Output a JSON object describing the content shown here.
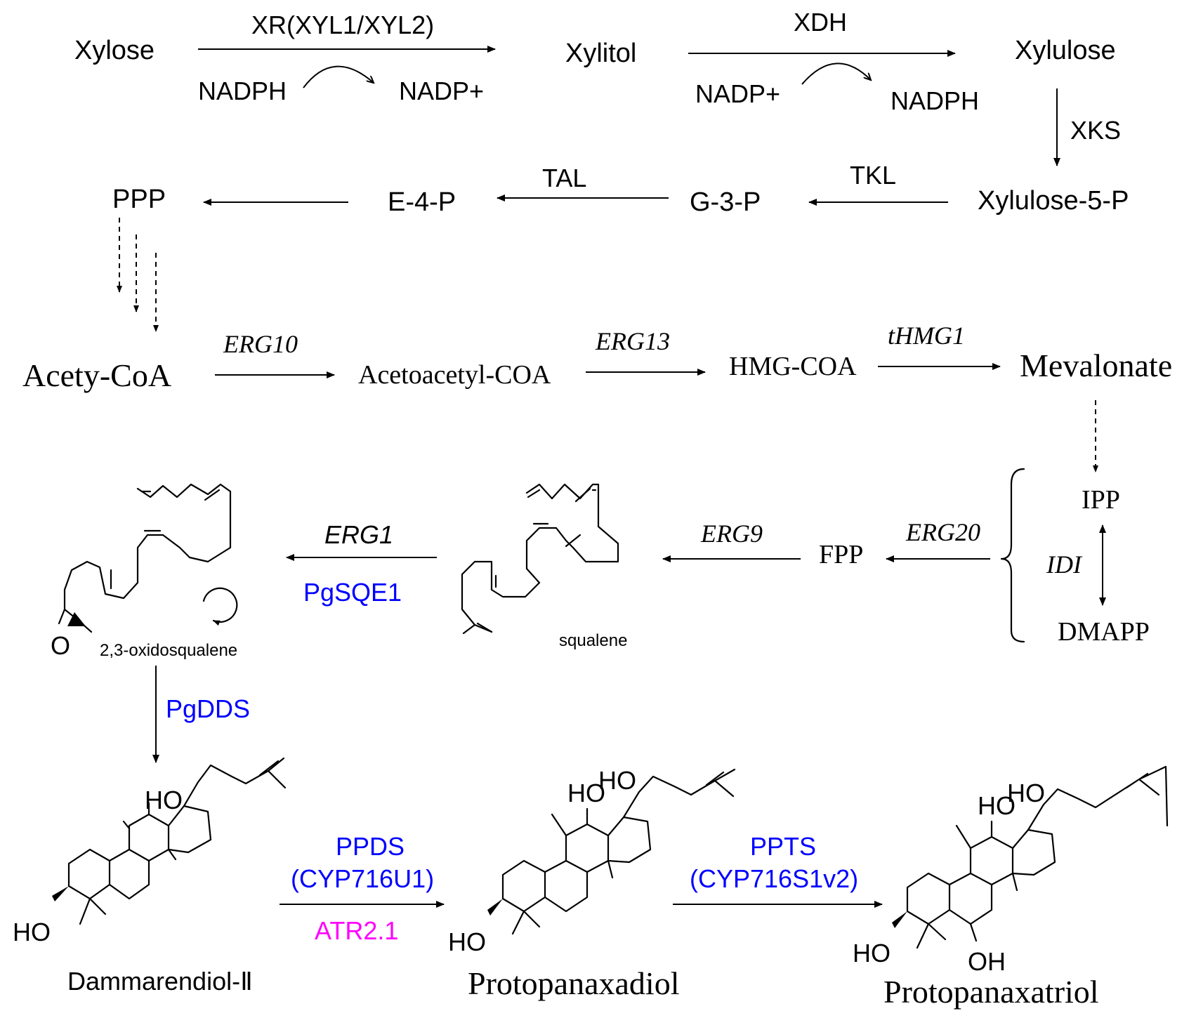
{
  "colors": {
    "blue_enzyme": "#0000FF",
    "magenta_enzyme": "#FF00FF",
    "line": "#000000"
  },
  "row1": {
    "xylose": "Xylose",
    "xr": "XR(XYL1/XYL2)",
    "nadph_a": "NADPH",
    "nadp_a": "NADP+",
    "xylitol": "Xylitol",
    "xdh": "XDH",
    "nadp_b": "NADP+",
    "nadph_b": "NADPH",
    "xylulose": "Xylulose",
    "xks": "XKS"
  },
  "row2": {
    "xylulose5p": "Xylulose-5-P",
    "tkl": "TKL",
    "g3p": "G-3-P",
    "tal": "TAL",
    "e4p": "E-4-P",
    "ppp": "PPP"
  },
  "row3": {
    "acetycoa": "Acety-CoA",
    "erg10": "ERG10",
    "acetoacetylcoa": "Acetoacetyl-COA",
    "erg13": "ERG13",
    "hmgcoa": "HMG-COA",
    "thmg1": "tHMG1",
    "mevalonate": "Mevalonate"
  },
  "row4": {
    "ipp": "IPP",
    "idi": "IDI",
    "dmapp": "DMAPP",
    "erg20": "ERG20",
    "fpp": "FPP",
    "erg9": "ERG9",
    "squalene": "squalene",
    "erg1": "ERG1",
    "pgsqe1": "PgSQE1",
    "oxidosqualene": "2,3-oxidosqualene",
    "o_atom": "O"
  },
  "row5": {
    "pgdds": "PgDDS",
    "dammarendiol": "Dammarendiol-Ⅱ",
    "ppds": "PPDS",
    "cyp716u1": "(CYP716U1)",
    "atr21": "ATR2.1",
    "protopanaxadiol": "Protopanaxadiol",
    "ppts": "PPTS",
    "cyp716s1v2": "(CYP716S1v2)",
    "protopanaxatriol": "Protopanaxatriol",
    "ho": "HO",
    "oh": "OH"
  }
}
